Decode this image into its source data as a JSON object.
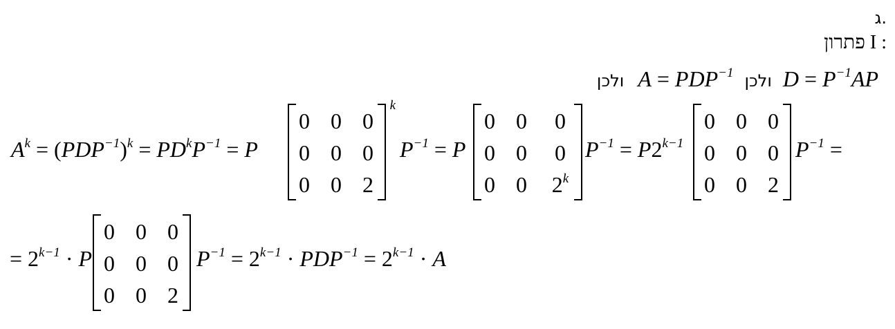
{
  "section_label": "ג.",
  "solution_title": "פתרון I :",
  "intro": {
    "relation1": "D = P⁻¹AP",
    "word1": "ולכן",
    "relation2": "A = PDP⁻¹",
    "word2": "ולכן"
  },
  "line1": {
    "lhs": "A^k = (PDP^-1)^k = PD^k P^-1 = P",
    "matrix1": [
      [
        "0",
        "0",
        "0"
      ],
      [
        "0",
        "0",
        "0"
      ],
      [
        "0",
        "0",
        "2"
      ]
    ],
    "matrix1_exp": "k",
    "mid1": "P^-1 = P",
    "matrix2": [
      [
        "0",
        "0",
        "0"
      ],
      [
        "0",
        "0",
        "0"
      ],
      [
        "0",
        "0",
        "2^k"
      ]
    ],
    "mid2": "P^-1 = P2^(k-1)",
    "matrix3": [
      [
        "0",
        "0",
        "0"
      ],
      [
        "0",
        "0",
        "0"
      ],
      [
        "0",
        "0",
        "2"
      ]
    ],
    "tail": "P^-1 ="
  },
  "line2": {
    "lhs": "= 2^(k-1) · P",
    "matrix": [
      [
        "0",
        "0",
        "0"
      ],
      [
        "0",
        "0",
        "0"
      ],
      [
        "0",
        "0",
        "2"
      ]
    ],
    "tail": "P^-1 = 2^(k-1) · PDP^-1 = 2^(k-1) · A"
  }
}
